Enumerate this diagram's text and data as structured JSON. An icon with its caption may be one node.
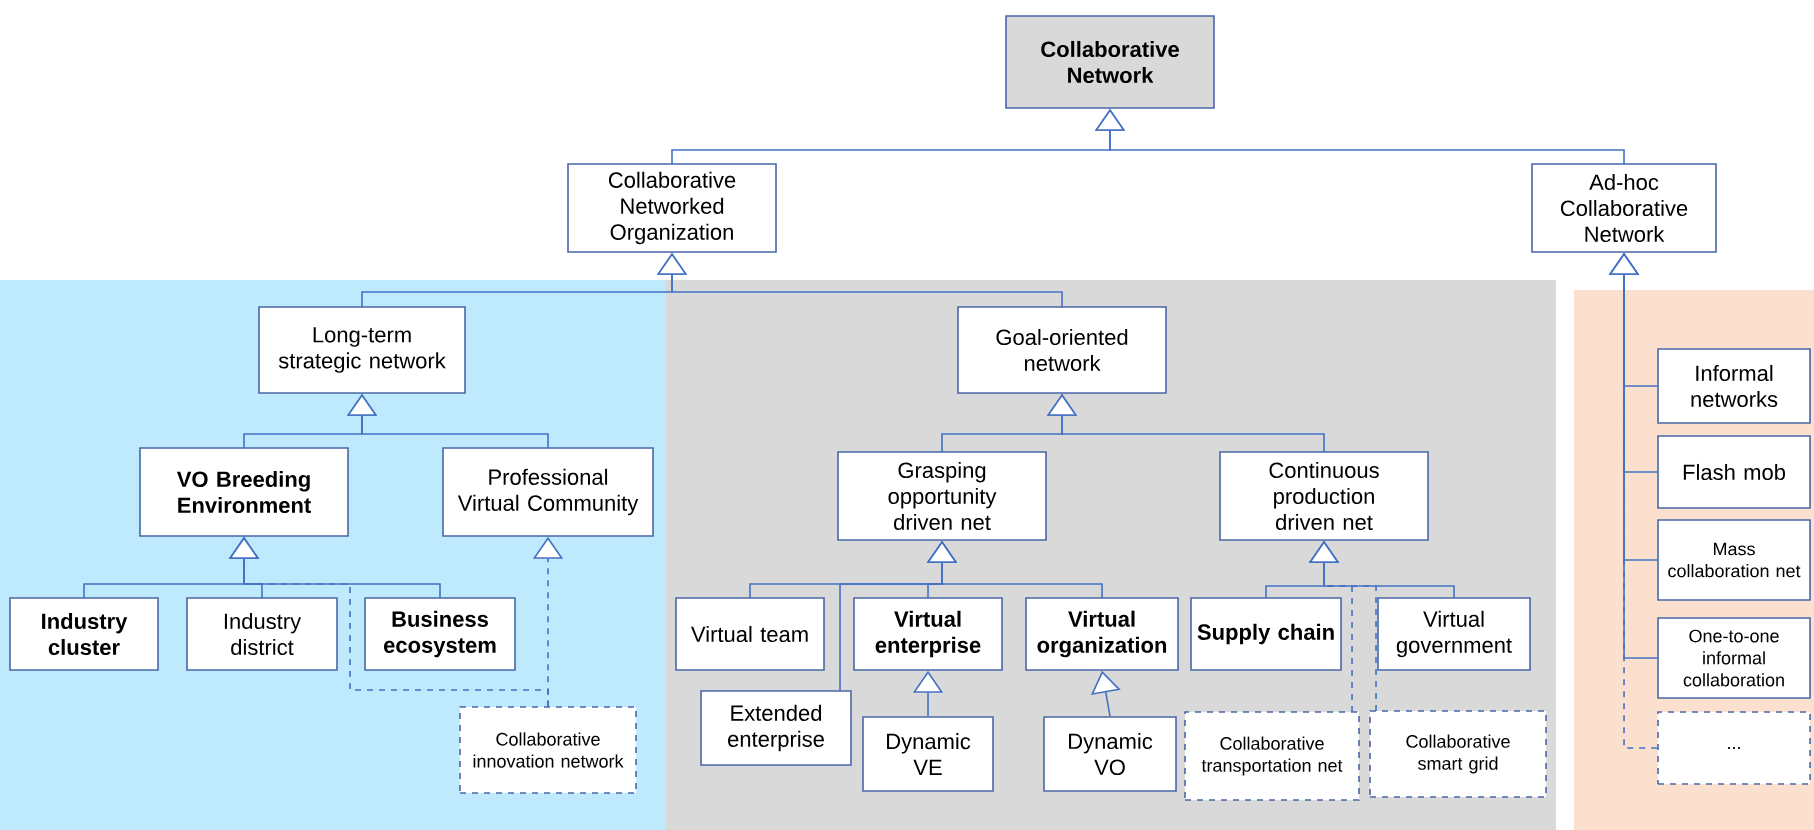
{
  "diagram": {
    "nodes": [
      {
        "text": [
          "Collaborative Network"
        ]
      },
      {
        "text": [
          "Collaborative Networked Organization"
        ]
      },
      {
        "text": [
          "Ad-hoc Collaborative Network"
        ]
      },
      {
        "text": [
          "Long-term strategic network"
        ]
      },
      {
        "text": [
          "VO Breeding Environment"
        ]
      },
      {
        "text": [
          "Professional Virtual Community"
        ]
      },
      {
        "text": [
          "Industry cluster"
        ]
      },
      {
        "text": [
          "Industry district"
        ]
      },
      {
        "text": [
          "Business ecosystem"
        ]
      },
      {
        "text": [
          "Collaborative innovation network"
        ]
      },
      {
        "text": [
          "Goal-oriented network"
        ]
      },
      {
        "text": [
          "Grasping opportunity driven net"
        ]
      },
      {
        "text": [
          "Continuous production driven net"
        ]
      },
      {
        "text": [
          "Virtual team"
        ]
      },
      {
        "text": [
          "Virtual enterprise"
        ]
      },
      {
        "text": [
          "Virtual organization"
        ]
      },
      {
        "text": [
          "Supply chain"
        ]
      },
      {
        "text": [
          "Virtual government"
        ]
      },
      {
        "text": [
          "Extended enterprise"
        ]
      },
      {
        "text": [
          "Dynamic VE"
        ]
      },
      {
        "text": [
          "Dynamic VO"
        ]
      },
      {
        "text": [
          "Collaborative transportation net"
        ]
      },
      {
        "text": [
          "Collaborative smart grid"
        ]
      },
      {
        "text": [
          "Informal networks"
        ]
      },
      {
        "text": [
          "Flash mob"
        ]
      },
      {
        "text": [
          "Mass collaboration net"
        ]
      },
      {
        "text": [
          "One-to-one informal collaboration"
        ]
      },
      {
        "text": [
          "..."
        ]
      }
    ],
    "edges": [
      {
        "from": 1,
        "to": 0,
        "arrow": "to"
      },
      {
        "from": 2,
        "to": 0,
        "arrow": "to"
      },
      {
        "from": 3,
        "to": 1,
        "arrow": "to"
      },
      {
        "from": 10,
        "to": 1,
        "arrow": "to"
      },
      {
        "from": 4,
        "to": 3,
        "arrow": "to"
      },
      {
        "from": 5,
        "to": 3,
        "arrow": "to"
      },
      {
        "from": 6,
        "to": 4,
        "arrow": "to"
      },
      {
        "from": 7,
        "to": 4,
        "arrow": "to"
      },
      {
        "from": 8,
        "to": 4,
        "arrow": "to"
      },
      {
        "from": 9,
        "to": 4,
        "arrow": "to",
        "style": "dashed"
      },
      {
        "from": 9,
        "to": 5,
        "arrow": "to",
        "style": "dashed"
      },
      {
        "from": 11,
        "to": 10,
        "arrow": "to"
      },
      {
        "from": 12,
        "to": 10,
        "arrow": "to"
      },
      {
        "from": 13,
        "to": 11,
        "arrow": "to"
      },
      {
        "from": 18,
        "to": 11,
        "arrow": "to"
      },
      {
        "from": 14,
        "to": 11,
        "arrow": "to"
      },
      {
        "from": 15,
        "to": 11,
        "arrow": "to"
      },
      {
        "from": 19,
        "to": 14,
        "arrow": "to"
      },
      {
        "from": 20,
        "to": 15,
        "arrow": "to"
      },
      {
        "from": 16,
        "to": 12,
        "arrow": "to"
      },
      {
        "from": 17,
        "to": 12,
        "arrow": "to"
      },
      {
        "from": 21,
        "to": 12,
        "arrow": "to",
        "style": "dashed"
      },
      {
        "from": 22,
        "to": 12,
        "arrow": "to",
        "style": "dashed"
      },
      {
        "from": 23,
        "to": 2,
        "arrow": "to"
      },
      {
        "from": 24,
        "to": 2,
        "arrow": "to"
      },
      {
        "from": 25,
        "to": 2,
        "arrow": "to"
      },
      {
        "from": 26,
        "to": 2,
        "arrow": "to"
      },
      {
        "from": 27,
        "to": 2,
        "arrow": "to",
        "style": "dashed"
      }
    ]
  }
}
